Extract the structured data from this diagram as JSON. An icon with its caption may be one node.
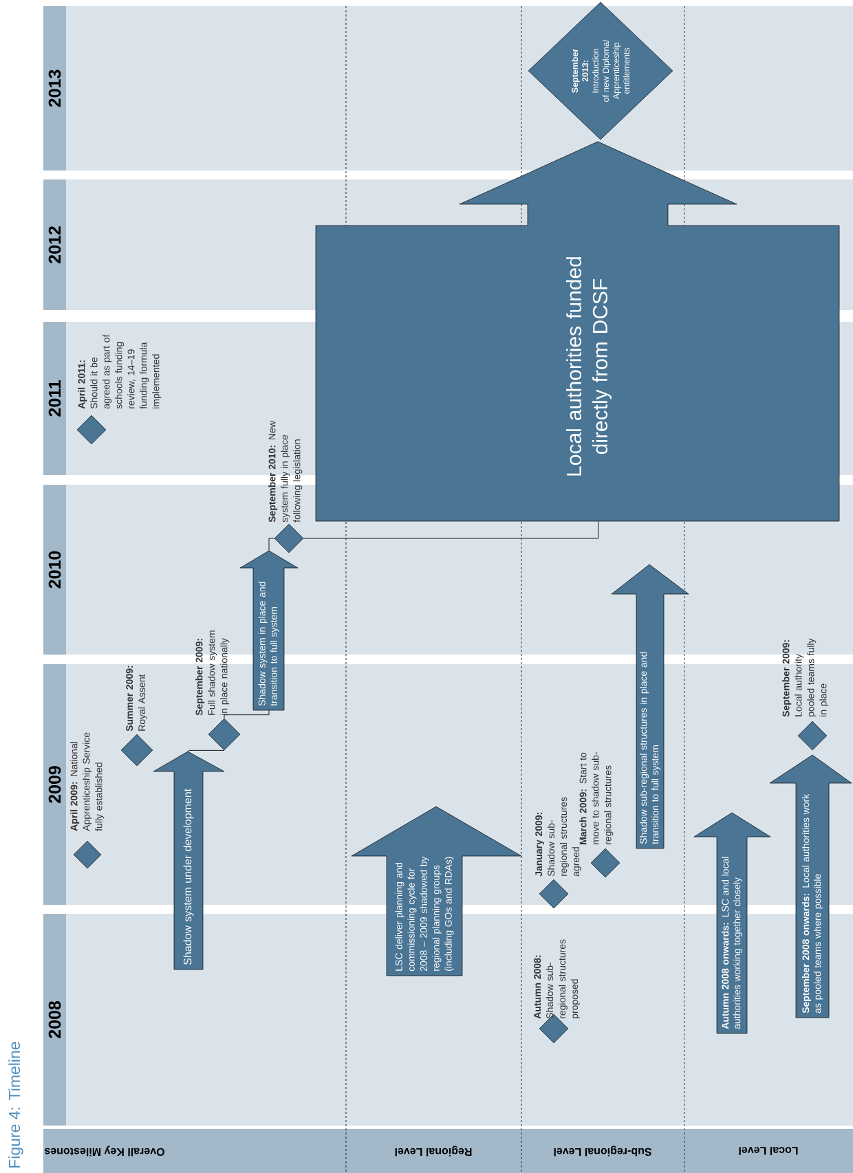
{
  "diagram": {
    "title": "Figure 4: Timeline",
    "nodes": [
      {
        "text": [
          "2008"
        ]
      },
      {
        "text": [
          "2009"
        ]
      },
      {
        "text": [
          "2010"
        ]
      },
      {
        "text": [
          "2011"
        ]
      },
      {
        "text": [
          "2012"
        ]
      },
      {
        "text": [
          "2013"
        ]
      },
      {
        "text": [
          "Shadow system under development"
        ]
      },
      {
        "text": [],
        "shape": "diamond",
        "beside": [
          "**April 2009:** National Apprenticeship Service fully established"
        ]
      },
      {
        "text": [],
        "shape": "diamond",
        "beside": [
          "**Summer 2009:** Royal Assent"
        ]
      },
      {
        "text": [],
        "shape": "diamond",
        "beside": [
          "**September 2009:** Full shadow system in place nationally"
        ]
      },
      {
        "text": [
          "Shadow system in place and transition to full system"
        ]
      },
      {
        "text": [],
        "shape": "diamond",
        "beside": [
          "**September 2010:** New system fully in place following legislation"
        ]
      },
      {
        "text": [],
        "shape": "diamond",
        "beside": [
          "**April 2011:** Should it be agreed as part of schools funding review, 14–19 funding formula implemented"
        ]
      },
      {
        "text": [
          "LSC deliver planning and commissioning cycle for 2008 – 2009 shadowed by regional planning groups (including GOs and RDAs)"
        ]
      },
      {
        "text": [],
        "shape": "diamond",
        "beside": [
          "**Autumn 2008:** Shadow sub-regional structures proposed"
        ]
      },
      {
        "text": [],
        "shape": "diamond",
        "beside": [
          "**January 2009:** Shadow sub-regional structures agreed"
        ]
      },
      {
        "text": [],
        "shape": "diamond",
        "beside": [
          "**March 2009:** Start to move to shadow sub-regional structures"
        ]
      },
      {
        "text": [
          "Shadow sub-regional structures in place and transition to full system"
        ]
      },
      {
        "text": [
          "Local authorities funded directly from DCSF"
        ]
      },
      {
        "text": [
          "**September 2013:** Introduction of new Diploma/ Apprenticeship entitlements"
        ]
      },
      {
        "text": [
          "**Autumn 2008 onwards:** LSC and local authorities working together closely"
        ]
      },
      {
        "text": [
          "**September 2008 onwards:** Local authorities work as pooled teams where possible"
        ]
      },
      {
        "text": [],
        "shape": "diamond",
        "beside": [
          "**September 2009:** Local authority pooled teams fully in place"
        ]
      }
    ],
    "edges": [
      {
        "from": 6,
        "to": 9,
        "arrow": "none"
      },
      {
        "from": 9,
        "to": 10,
        "arrow": "none"
      },
      {
        "from": 10,
        "to": 11,
        "arrow": "none"
      },
      {
        "from": 11,
        "to": 18,
        "arrow": "none"
      }
    ],
    "labels": [
      "Overall Key Milestones",
      "Regional Level",
      "Sub-regional Level",
      "Local Level"
    ]
  }
}
